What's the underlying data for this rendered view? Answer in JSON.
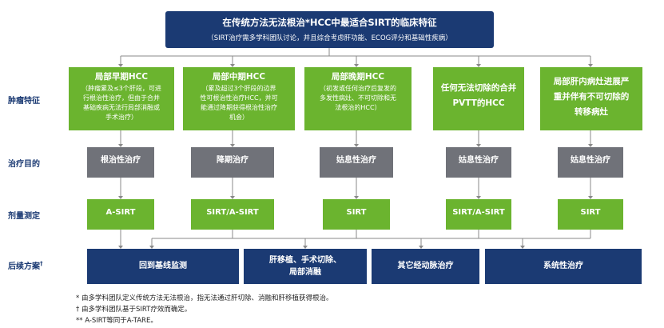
{
  "title": {
    "main": "在传统方法无法根治*HCC中最适合SIRT的临床特征",
    "sub": "（SIRT治疗需多学科团队讨论，并且综合考虑肝功能、ECOG评分和基础性疾病）"
  },
  "row_labels": {
    "tumor": "肿瘤特征",
    "goal": "治疗目的",
    "dose": "剂量测定",
    "followup": "后续方案",
    "followup_mark": "†"
  },
  "columns": [
    {
      "heading": "局部早期HCC",
      "detail": [
        "（肿瘤累及≤3个肝段，可进",
        "行根治性治疗，但由于合并",
        "基础疾病无法行局部消融或",
        "手术治疗）"
      ],
      "goal": "根治性治疗",
      "dose": "A-SIRT"
    },
    {
      "heading": "局部中期HCC",
      "detail": [
        "（累及超过3个肝段的边界",
        "性可根治性治疗HCC，并可",
        "能通过降期获得根治性治疗",
        "机会）"
      ],
      "goal": "降期治疗",
      "dose": "SIRT/A-SIRT"
    },
    {
      "heading": "局部晚期HCC",
      "detail": [
        "（初发或任何治疗后复发的",
        "多发性病灶、不可切除和无",
        "法根治的HCC）"
      ],
      "goal": "姑息性治疗",
      "dose": "SIRT"
    },
    {
      "heading_lines": [
        "任何无法切除的合并",
        "PVTT的HCC"
      ],
      "goal": "姑息性治疗",
      "dose": "SIRT/A-SIRT"
    },
    {
      "heading_lines": [
        "局部肝内病灶进展严",
        "重并伴有不可切除的",
        "转移病灶"
      ],
      "goal": "姑息性治疗",
      "dose": "SIRT"
    }
  ],
  "followup": {
    "baseline": "回到基线监测",
    "transplant_lines": [
      "肝移植、手术切除、",
      "局部消融"
    ],
    "other_arterial": "其它经动脉治疗",
    "systemic": "系统性治疗"
  },
  "footnotes": [
    "* 由多学科团队定义传统方法无法根治，指无法通过肝切除、消融和肝移植获得根治。",
    "† 由多学科团队基于SIRT疗效而确定。",
    "** A-SIRT等同于A-TARE。"
  ],
  "colors": {
    "navy": "#1b3a73",
    "green": "#6bb42f",
    "gray": "#707279",
    "line": "#8a8a8a"
  }
}
